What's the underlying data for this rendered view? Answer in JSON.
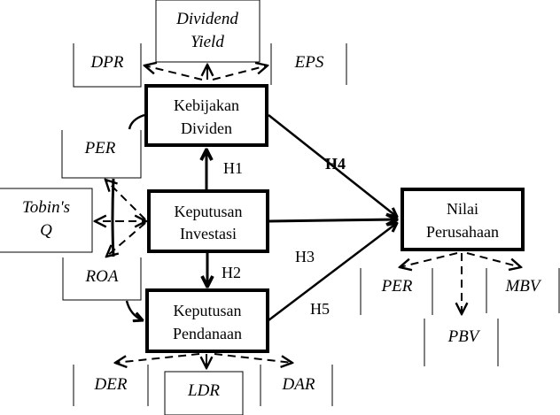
{
  "constructs": {
    "kebijakan_dividen": [
      "Kebijakan",
      "Dividen"
    ],
    "keputusan_investasi": [
      "Keputusan",
      "Investasi"
    ],
    "keputusan_pendanaan": [
      "Keputusan",
      "Pendanaan"
    ],
    "nilai_perusahaan": [
      "Nilai",
      "Perusahaan"
    ]
  },
  "indicators": {
    "dividen": [
      [
        "Dividend",
        "Yield"
      ],
      [
        "DPR"
      ],
      [
        "EPS"
      ]
    ],
    "investasi": [
      [
        "PER"
      ],
      [
        "Tobin's",
        "Q"
      ],
      [
        "ROA"
      ]
    ],
    "pendanaan": [
      [
        "DER"
      ],
      [
        "LDR"
      ],
      [
        "DAR"
      ]
    ],
    "nilai": [
      [
        "PER"
      ],
      [
        "PBV"
      ],
      [
        "MBV"
      ]
    ]
  },
  "hypotheses": {
    "h1": "H1",
    "h2": "H2",
    "h3": "H3",
    "h4": "H4",
    "h5": "H5"
  }
}
